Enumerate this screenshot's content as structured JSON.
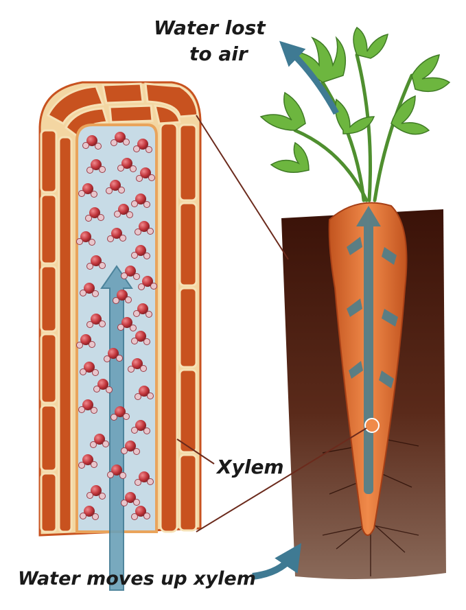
{
  "labels": {
    "water_lost_line1": "Water lost",
    "water_lost_line2": "to air",
    "xylem": "Xylem",
    "water_moves": "Water moves up xylem"
  },
  "colors": {
    "cell_wall": "#c8521f",
    "cell_light": "#e9a45c",
    "xylem_interior": "#c7dbe6",
    "water_molecule": "#c2363c",
    "arrow": "#3f7a93",
    "soil": "#4a1e12",
    "carrot": "#e2743a",
    "leaf": "#5fa83a",
    "leader_line": "#6b2a1c"
  }
}
